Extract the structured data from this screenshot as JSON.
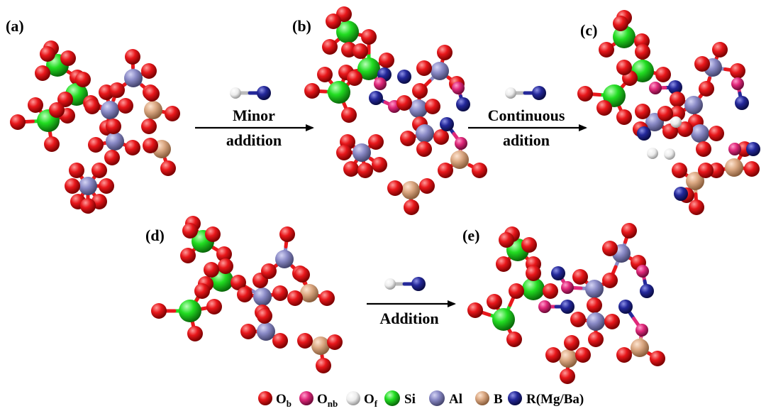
{
  "panels": {
    "a": "(a)",
    "b": "(b)",
    "c": "(c)",
    "d": "(d)",
    "e": "(e)"
  },
  "steps": {
    "ab_line1": "Minor",
    "ab_line2": "addition",
    "bc_line1": "Continuous",
    "bc_line2": "adition",
    "de": "Addition"
  },
  "legend": {
    "ob": {
      "main": "O",
      "sub": "b"
    },
    "onb": {
      "main": "O",
      "sub": "nb"
    },
    "of": {
      "main": "O",
      "sub": "f"
    },
    "si": "Si",
    "al": "Al",
    "b": "B",
    "r": "R(Mg/Ba)"
  },
  "colors": {
    "ob": "#e8171b",
    "onb": "#e0287a",
    "of": "#f2f2f2",
    "si": "#22dd22",
    "al": "#8a8ac6",
    "b": "#dba882",
    "r": "#24289a"
  }
}
